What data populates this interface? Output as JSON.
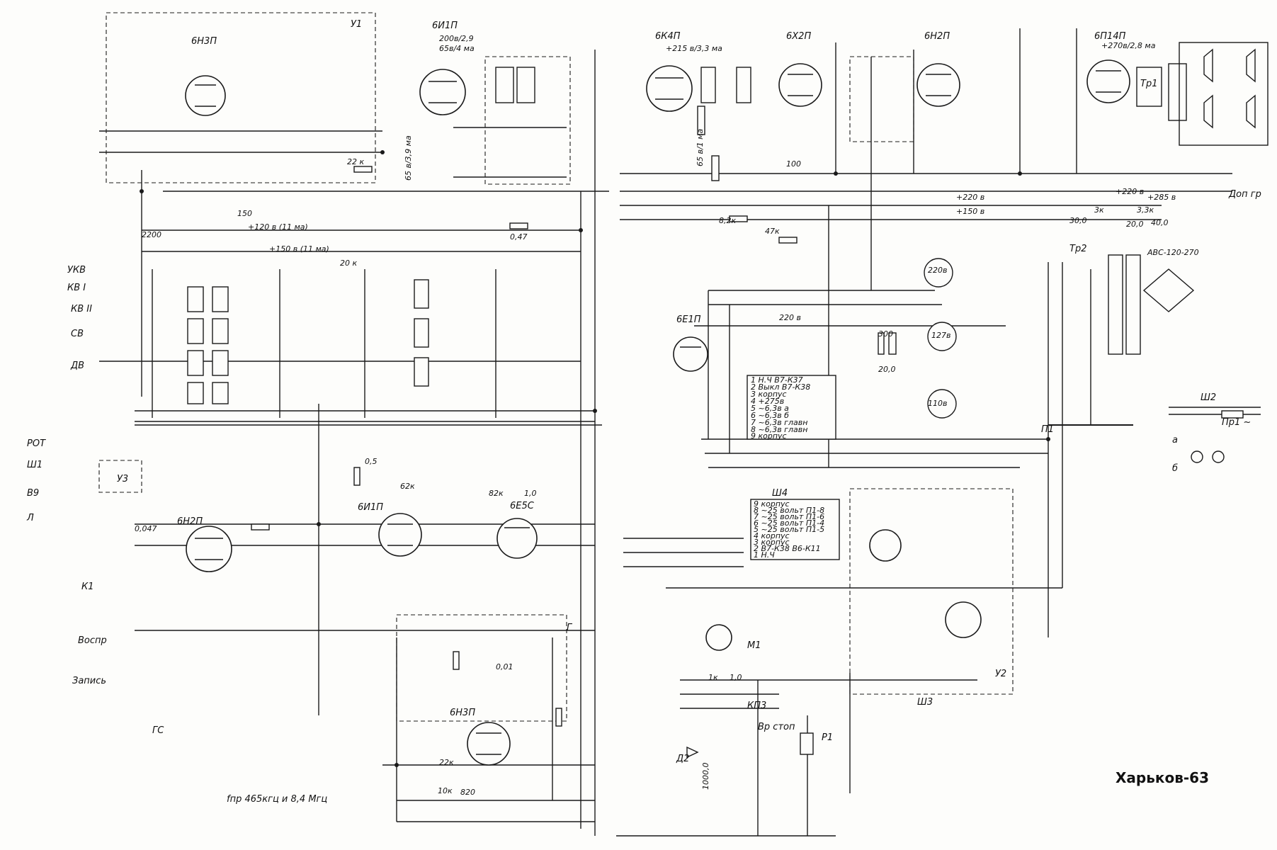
{
  "title": "Харьков-63",
  "if_note": "fпр 465кгц и 8,4 Мгц",
  "tubes": {
    "t1": "6Н3П",
    "t2": "6И1П",
    "t3": "6К4П",
    "t4": "6Х2П",
    "t5": "6Н2П",
    "t6": "6П14П",
    "t7": "6Е1П",
    "t8": "6Н2П",
    "t9": "6И1П",
    "t10": "6Е5С",
    "t11": "6Н3П"
  },
  "modules": {
    "u1": "У1",
    "u2": "У2",
    "u3": "У3"
  },
  "bands": [
    "УКВ",
    "КВ I",
    "КВ II",
    "СВ",
    "ДВ"
  ],
  "inputs": [
    "РОТ",
    "Ш1",
    "В9",
    "Л"
  ],
  "rails": {
    "r120": "+120 в (11 ма)",
    "r150a": "+150 в (11 ма)",
    "r220": "+220 в",
    "r150": "+150 в",
    "r285": "+285 в",
    "r220b": "+220 в",
    "v220": "220 в"
  },
  "tube_voltages": {
    "t2v": "200в/2,9",
    "t2v2": "65в/4 ма",
    "t3v": "+215 в/3,3 ма",
    "t6v": "+270в/2,8 ма",
    "t2side": "65 в/3,9 ма",
    "t3side": "65 в/1 ма"
  },
  "misc": {
    "tr1": "Тр1",
    "tr2": "Тр2",
    "rectifier": "АВС-120-270",
    "p1": "П1",
    "sh2": "Ш2",
    "pr1": "Пр1 ~",
    "sh3": "Ш3",
    "sh4": "Ш4",
    "m1": "М1",
    "kp3": "КП3",
    "vrstop": "Вр стоп",
    "r1": "Р1",
    "d2": "Д2",
    "dop_gr": "Доп гр",
    "vospr": "Воспр",
    "zapis": "Запись",
    "gs": "ГС",
    "k1": "К1",
    "mains_a": "а",
    "mains_b": "б",
    "g": "Г"
  },
  "values": {
    "c150": "150",
    "c2200": "2200",
    "r22k": "22 к",
    "r047": "0,47",
    "r8k2": "8,2к",
    "r47k": "47к",
    "r3k": "3к",
    "c30": "30,0",
    "c20": "20,0",
    "r33k": "3,3к",
    "c400": "40,0",
    "v220": "220в",
    "v127": "127в",
    "v110": "110в",
    "r05": "0,5",
    "r62k": "62к",
    "r82k": "82к",
    "r10": "1,0",
    "c047": "0,047",
    "c01": "0,01",
    "c1000": "1000,0",
    "r1k": "1к",
    "c10": "1,0",
    "r100": "100",
    "r300": "300",
    "c200": "20,0",
    "r20k": "20 к",
    "r22k2": "22к",
    "r10k": "10к",
    "r820": "820"
  },
  "table1_rows": [
    "1  Н.Ч    В7-К37",
    "2  Выкл  В7-К38",
    "3  корпус",
    "4  +275в",
    "5  ~6,3в  а",
    "6  ~6,3в  б",
    "7  ~6,3в  главн",
    "8  ~6,3в  главн",
    "9  корпус"
  ],
  "table2_rows": [
    "9  корпус",
    "8  ~25 вольт  П1-8",
    "7  ~25 вольт  П1-6",
    "6  ~25 вольт  П1-4",
    "5  ~25 вольт  П1-5",
    "4  корпус",
    "3  корпус",
    "2  В7-К38  В6-К11",
    "1  Н.Ч"
  ]
}
